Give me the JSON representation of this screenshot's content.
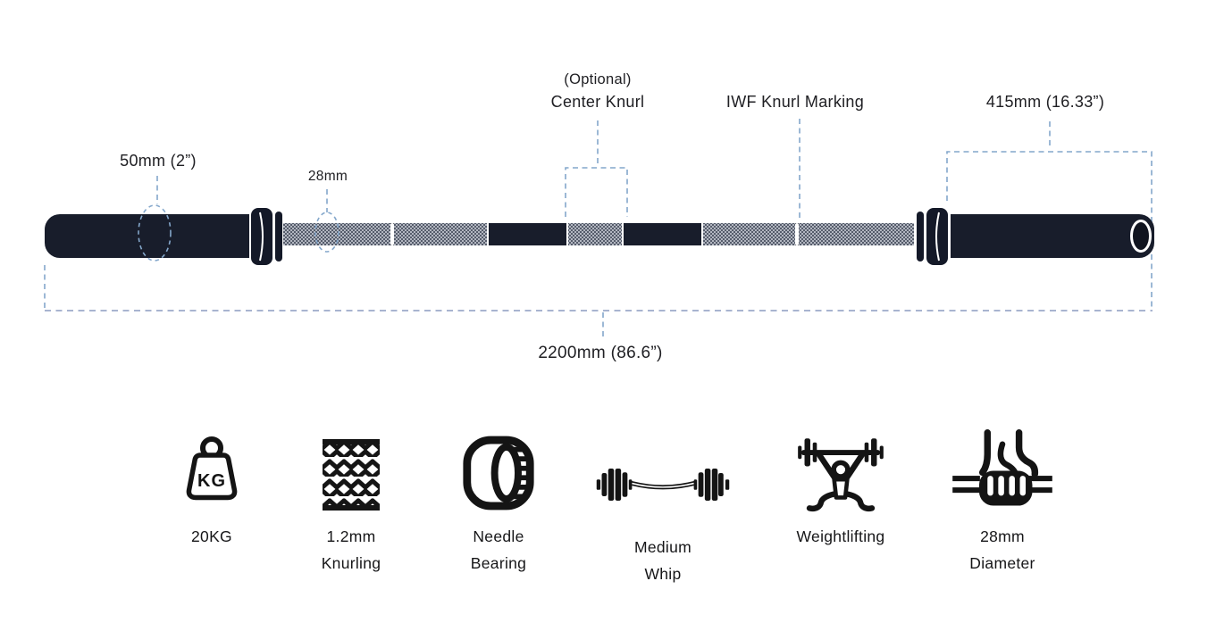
{
  "diagram": {
    "callouts": {
      "sleeve_diameter": "50mm (2”)",
      "shaft_diameter": "28mm",
      "center_knurl_prefix": "(Optional)",
      "center_knurl": "Center Knurl",
      "knurl_marking": "IWF Knurl Marking",
      "sleeve_length": "415mm (16.33”)",
      "total_length": "2200mm (86.6”)"
    }
  },
  "specs": [
    {
      "icon": "kg-weight-icon",
      "icon_text": "KG",
      "line1": "20KG",
      "line2": ""
    },
    {
      "icon": "knurling-pattern-icon",
      "line1": "1.2mm",
      "line2": "Knurling"
    },
    {
      "icon": "needle-bearing-icon",
      "line1": "Needle",
      "line2": "Bearing"
    },
    {
      "icon": "barbell-whip-icon",
      "line1": "Medium",
      "line2": "Whip"
    },
    {
      "icon": "weightlifter-icon",
      "line1": "Weightlifting",
      "line2": ""
    },
    {
      "icon": "grip-diameter-icon",
      "line1": "28mm",
      "line2": "Diameter"
    }
  ],
  "colors": {
    "bar_dark": "#181d2b",
    "knurl_base": "#3d4454",
    "guide_dash_blue": "#84a7cb",
    "dimension_line": "#8c9cc0",
    "icon_black": "#141414",
    "text": "#202024"
  }
}
